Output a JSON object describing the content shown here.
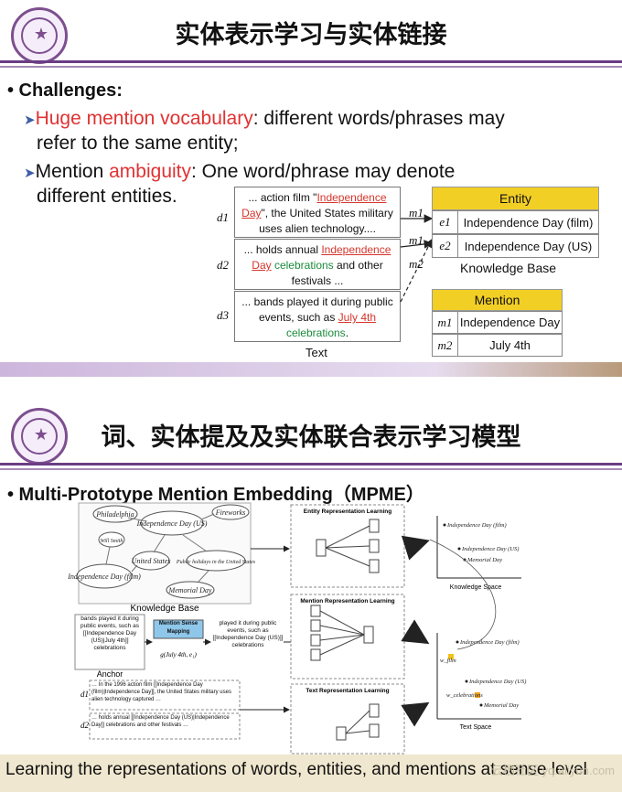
{
  "slide1": {
    "title": "实体表示学习与实体链接",
    "bullet": "• Challenges:",
    "line1_highlight": "Huge mention vocabulary",
    "line1_rest": ": different words/phrases may",
    "line2": "refer to the same entity;",
    "line3_pre": "Mention ",
    "line3_highlight": "ambiguity",
    "line3_rest": ": One word/phrase may denote",
    "line4": "different entities.",
    "docs": [
      {
        "label": "d1",
        "pre": "... action film \"",
        "hl": "Independence Day",
        "post": "\", the United States military uses alien technology...."
      },
      {
        "label": "d2",
        "pre": "... holds annual ",
        "hl": "Independence Day",
        "mid": " celebrations",
        "post": " and other festivals ..."
      },
      {
        "label": "d3",
        "pre": "... bands played it during public events, such as ",
        "hl": "July 4th",
        "mid": " celebrations",
        "post": "."
      }
    ],
    "text_label": "Text",
    "mention_links": [
      "m1",
      "m1",
      "m2"
    ],
    "entity_table": {
      "header": "Entity",
      "rows": [
        {
          "key": "e1",
          "value": "Independence Day (film)"
        },
        {
          "key": "e2",
          "value": "Independence Day (US)"
        }
      ],
      "caption": "Knowledge Base"
    },
    "mention_table": {
      "header": "Mention",
      "rows": [
        {
          "key": "m1",
          "value": "Independence Day"
        },
        {
          "key": "m2",
          "value": "July 4th"
        }
      ]
    }
  },
  "slide2": {
    "title": "词、实体提及及实体联合表示学习模型",
    "bullet": "• Multi-Prototype Mention Embedding（MPME）",
    "kb_nodes": [
      "Philadelphia",
      "Independence Day (US)",
      "Fireworks",
      "Independence Day (film)",
      "United States",
      "Public holidays in the United States",
      "Memorial Day",
      "Will Smith"
    ],
    "kb_label": "Knowledge Base",
    "anchor_label": "Anchor",
    "anchor_text": "bands played it during public events, such as [[Independence Day (US)|July 4th]] celebrations",
    "sense_box": "Mention Sense Mapping",
    "sense_formula": "g(July 4th, e₁)",
    "mapped_text": "played it during public events, such as [[Independence Day (US)]] celebrations",
    "d1_text": "… In the 1996 action film [[Independence Day (film)|Independence Day]], the United States military uses alien technology captured …",
    "d2_text": "… holds annual [[Independence Day (US)|Independence Day]] celebrations and other festivals …",
    "panel_titles": [
      "Entity Representation Learning",
      "Mention Representation Learning",
      "Text Representation Learning"
    ],
    "space_labels": [
      "Knowledge Space",
      "Text Space"
    ],
    "ks_points": [
      "Independence Day (film)",
      "Independence Day (US)",
      "Memorial Day"
    ],
    "ts_points": [
      "Independence Day (film)",
      "w_film",
      "Independence Day (US)",
      "w_celebrations",
      "Memorial Day"
    ],
    "caption": "Learning the representations of words, entities, and mentions at sense level",
    "watermark": "云栖社区 yq.aliyun.com"
  }
}
